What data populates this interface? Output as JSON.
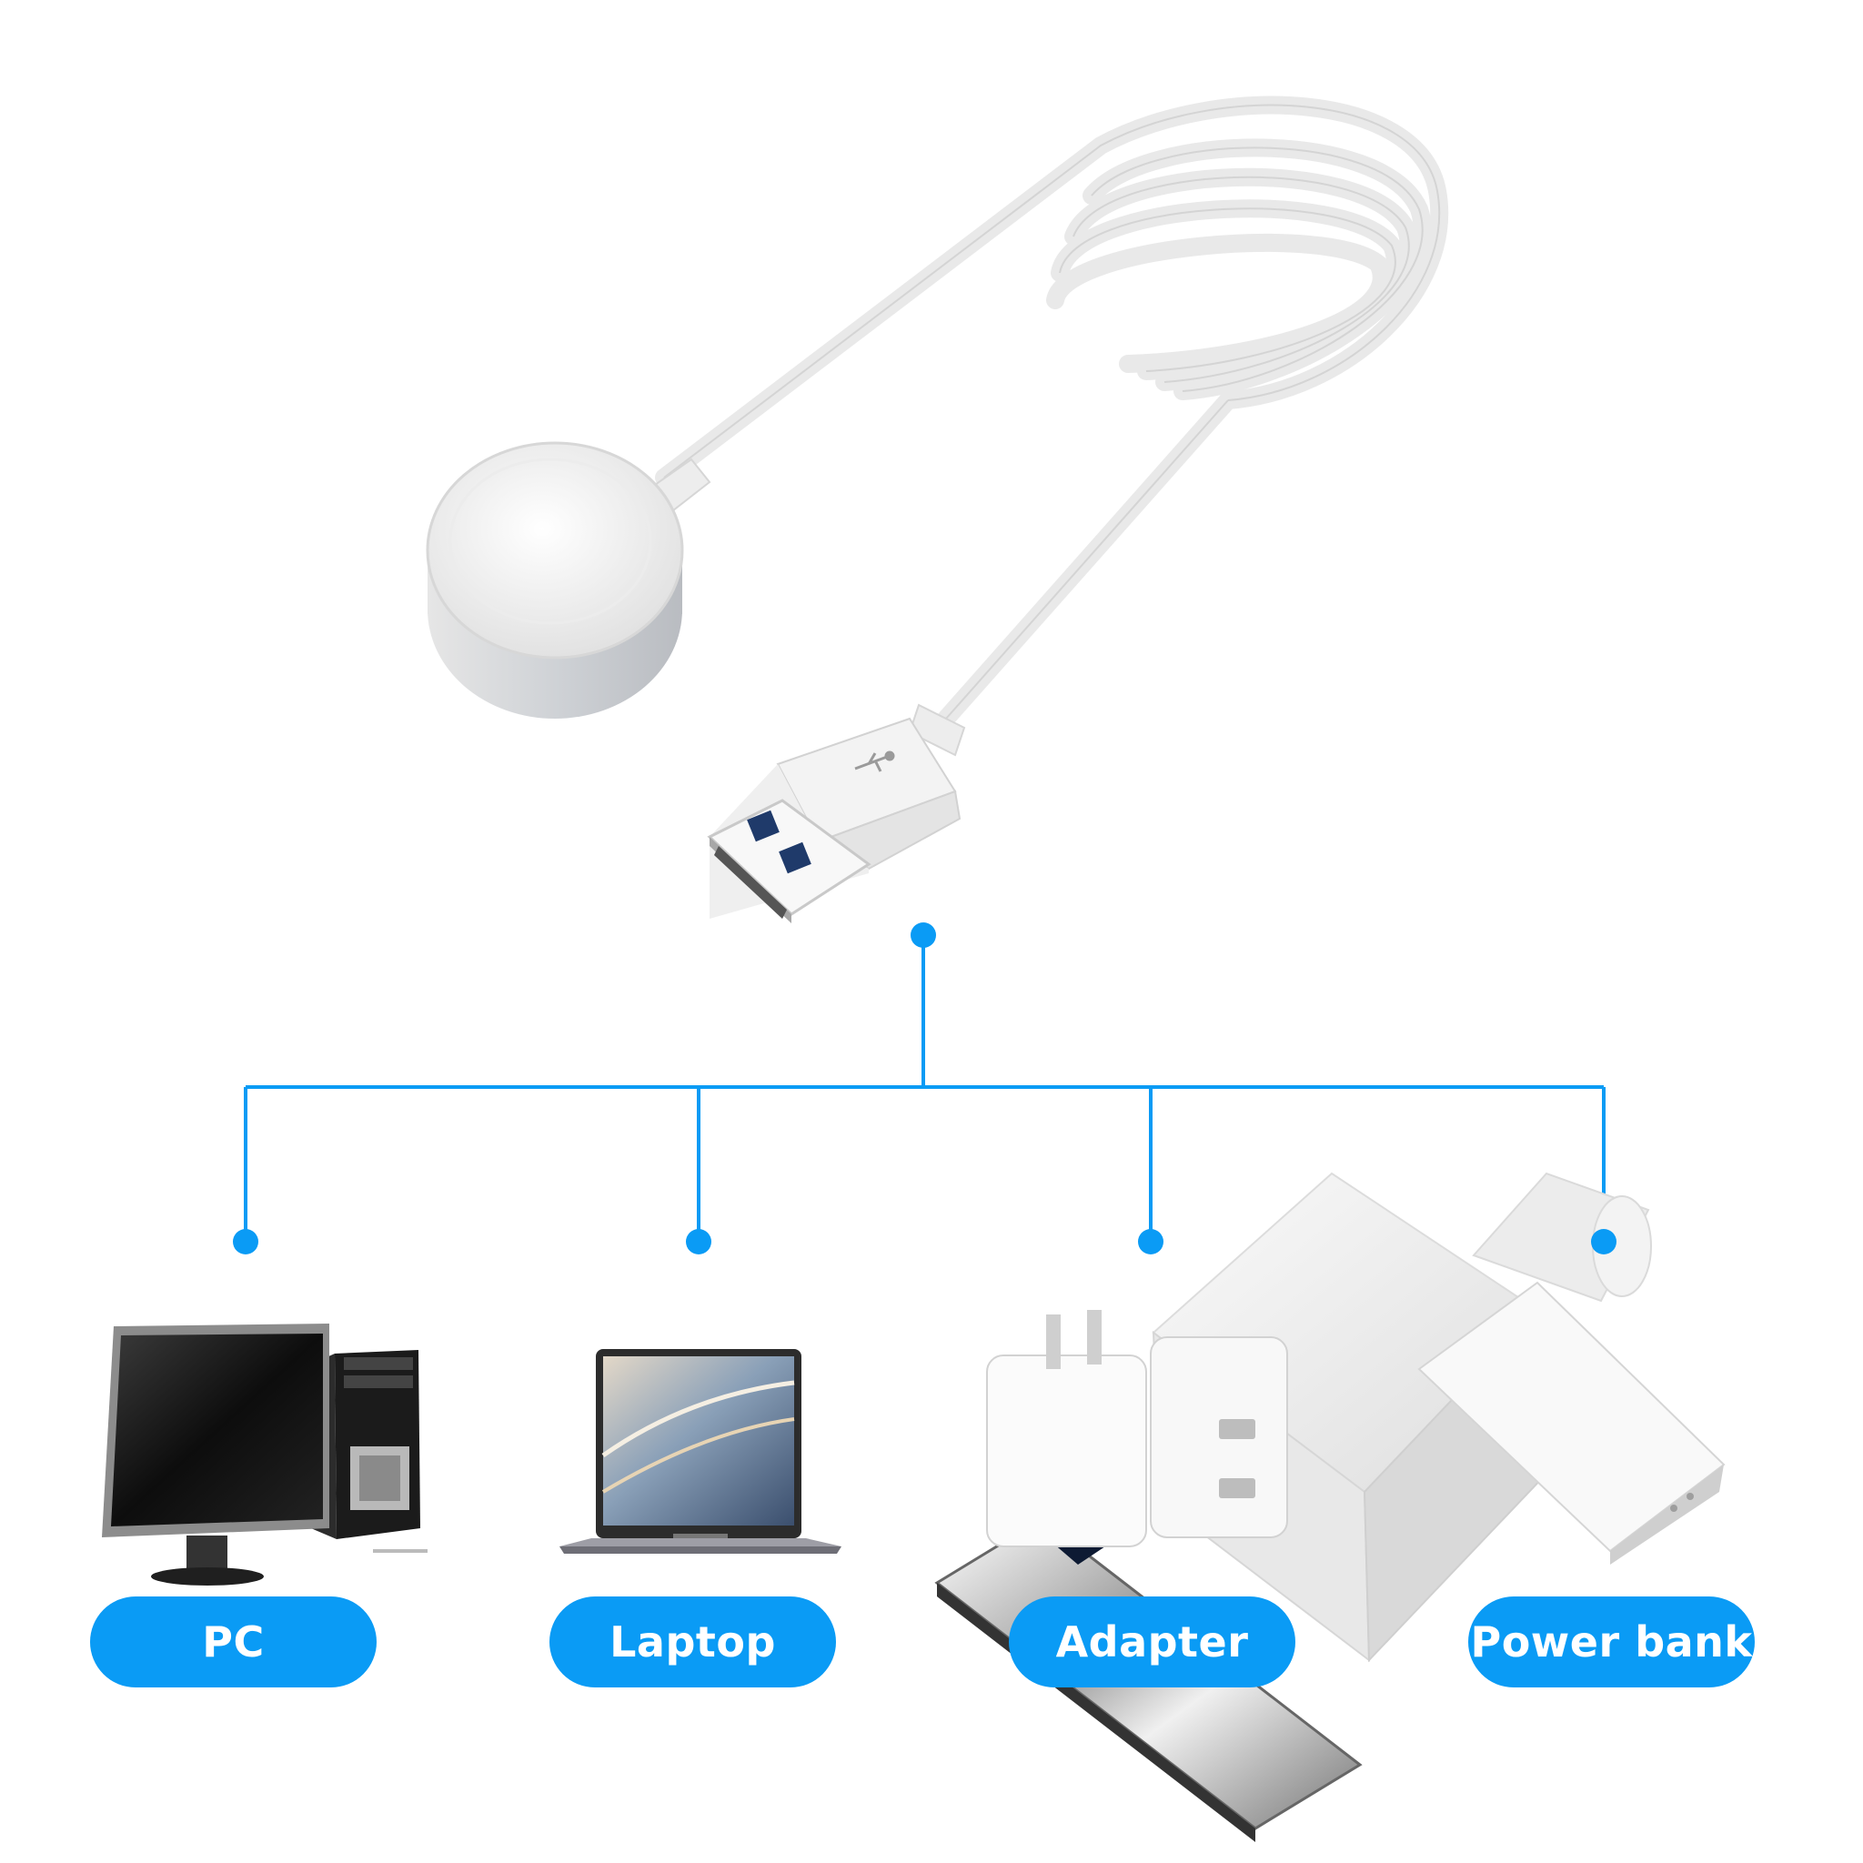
{
  "colors": {
    "accent": "#0a9bf5",
    "background": "#ffffff",
    "product": "#f2f2f2"
  },
  "labels": {
    "pc": "PC",
    "laptop": "Laptop",
    "adapter": "Adapter",
    "power_bank": "Power bank"
  },
  "icons": [
    "magnetic-charger-icon",
    "usb-a-plug-icon",
    "usb-symbol-icon",
    "desktop-pc-icon",
    "laptop-icon",
    "wall-adapter-icon",
    "power-bank-icon"
  ]
}
